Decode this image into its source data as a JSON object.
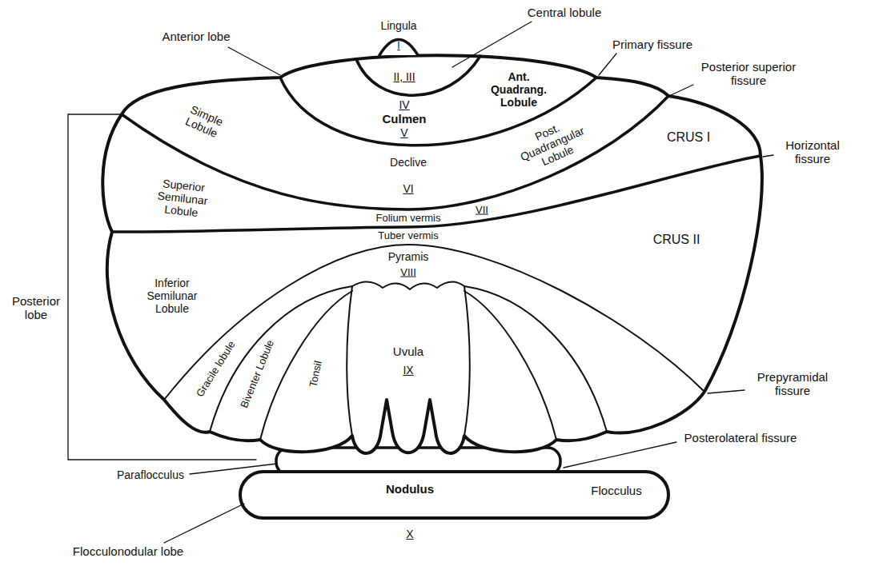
{
  "diagram": {
    "labels": [
      "Lingula",
      "I",
      "Central lobule",
      "Anterior lobe",
      "Primary fissure",
      "II, III",
      "Ant. Quadrang. Lobule",
      "IV",
      "Culmen",
      "V",
      "Posterior superior fissure",
      "Simple Lobule",
      "Post. Quadrangular Lobule",
      "Superior Semilunar Lobule",
      "Declive",
      "VI",
      "CRUS I",
      "Horizontal fissure",
      "Folium vermis",
      "VII",
      "Tuber vermis",
      "Posterior lobe",
      "Inferior Semilunar Lobule",
      "Pyramis",
      "VIII",
      "CRUS II",
      "Gracile lobule",
      "Biventer Lobule",
      "Tonsil",
      "Uvula",
      "IX",
      "Prepyramidal fissure",
      "Posterolateral fissure",
      "Paraflocculus",
      "Nodulus",
      "Flocculus",
      "X",
      "Flocculonodular lobe"
    ]
  }
}
